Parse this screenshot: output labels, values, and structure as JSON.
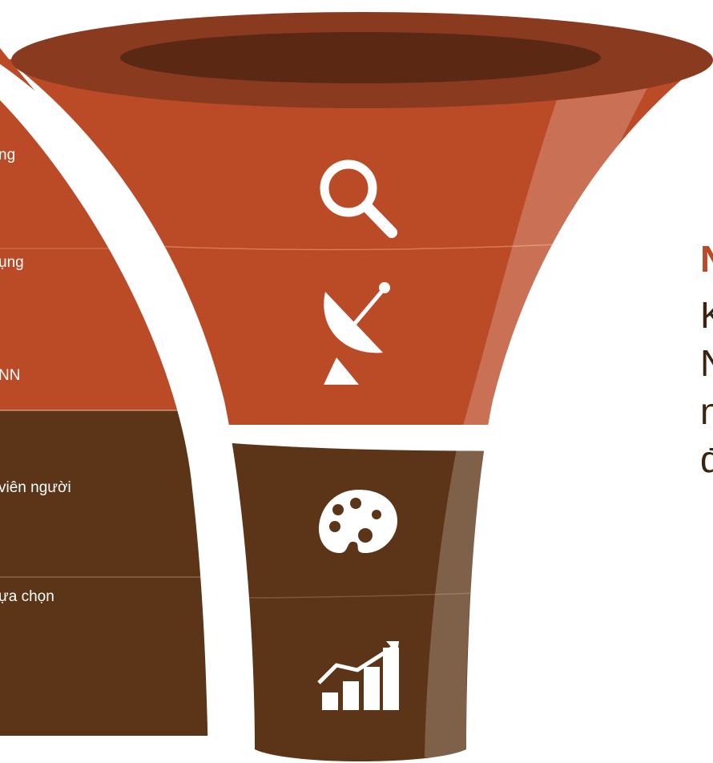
{
  "left_panel": {
    "items": [
      {
        "label": "ng"
      },
      {
        "label": "ụng"
      },
      {
        "label": "NN"
      },
      {
        "label": "viên người"
      },
      {
        "label": "ựa chọn"
      }
    ]
  },
  "funnel": {
    "stages": [
      {
        "icon": "search-icon"
      },
      {
        "icon": "satellite-dish-icon"
      },
      {
        "icon": "palette-icon"
      },
      {
        "icon": "chart-growth-icon"
      }
    ]
  },
  "right_text": {
    "heading": "N",
    "lines": [
      "K",
      "N",
      "n",
      "đ"
    ]
  },
  "colors": {
    "orange": "#bb4a26",
    "dark_brown": "#5c3518",
    "rim": "#8a3a1f",
    "rim_inner": "#5b2814",
    "heading_color": "#bb4a26"
  }
}
